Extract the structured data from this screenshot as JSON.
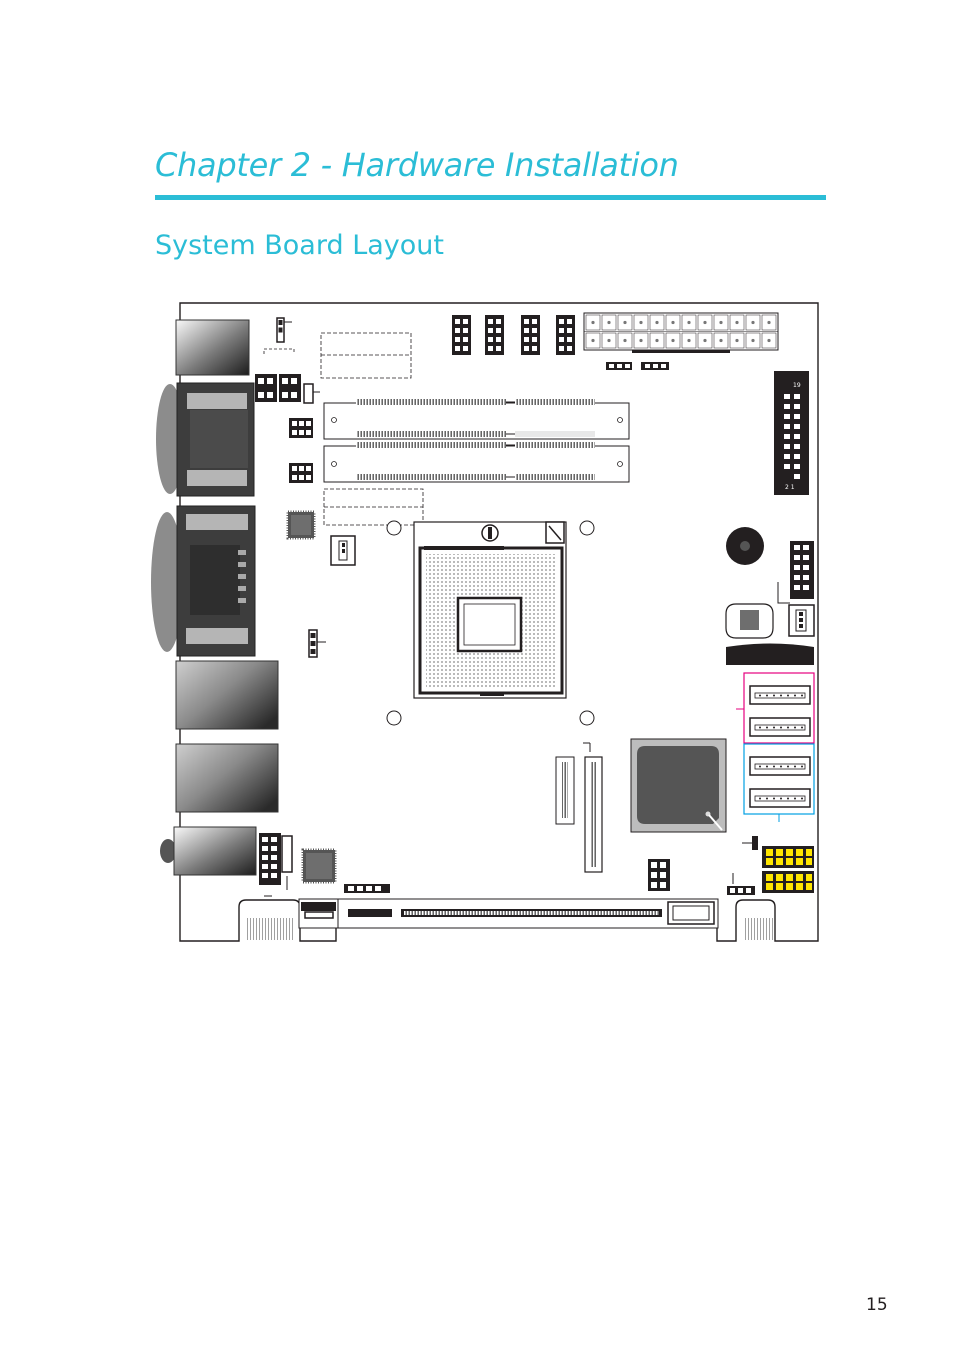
{
  "chapter": {
    "title": "Chapter 2 - Hardware Installation"
  },
  "section": {
    "title": "System Board Layout"
  },
  "diagram": {
    "pin_label_top": "19",
    "pin_label_bottom": "2  1"
  },
  "colors": {
    "accent": "#2bbdd6",
    "sata_group_a": "#e6007e",
    "sata_group_b": "#009fe3",
    "header_pins": "#ffe600"
  },
  "footer": {
    "page_number": "15"
  }
}
